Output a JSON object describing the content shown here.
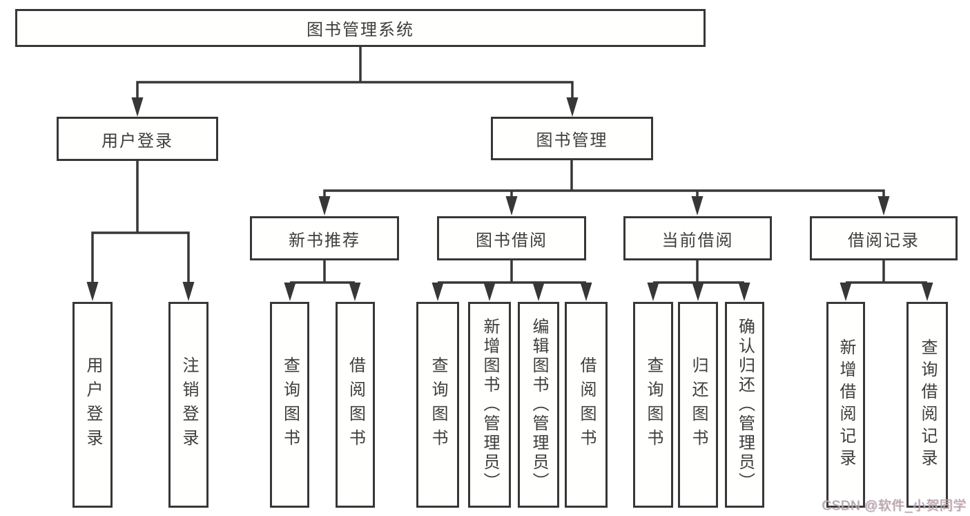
{
  "diagram": {
    "root": {
      "label": "图书管理系统"
    },
    "level2": [
      {
        "label": "用户登录"
      },
      {
        "label": "图书管理"
      }
    ],
    "level3": [
      {
        "label": "新书推荐"
      },
      {
        "label": "图书借阅"
      },
      {
        "label": "当前借阅"
      },
      {
        "label": "借阅记录"
      }
    ],
    "leaves": {
      "user_login": [
        "用户登录",
        "注销登录"
      ],
      "new_books": [
        "查询图书",
        "借阅图书"
      ],
      "book_borrow": [
        "查询图书",
        "新增图书（管理员）",
        "编辑图书（管理员）",
        "借阅图书"
      ],
      "current_borrow": [
        "查询图书",
        "归还图书",
        "确认归还（管理员）"
      ],
      "borrow_records": [
        "新增借阅记录",
        "查询借阅记录"
      ]
    },
    "line_color": "#373737"
  },
  "watermark": {
    "text": "CSDN @软件_小贺同学"
  }
}
